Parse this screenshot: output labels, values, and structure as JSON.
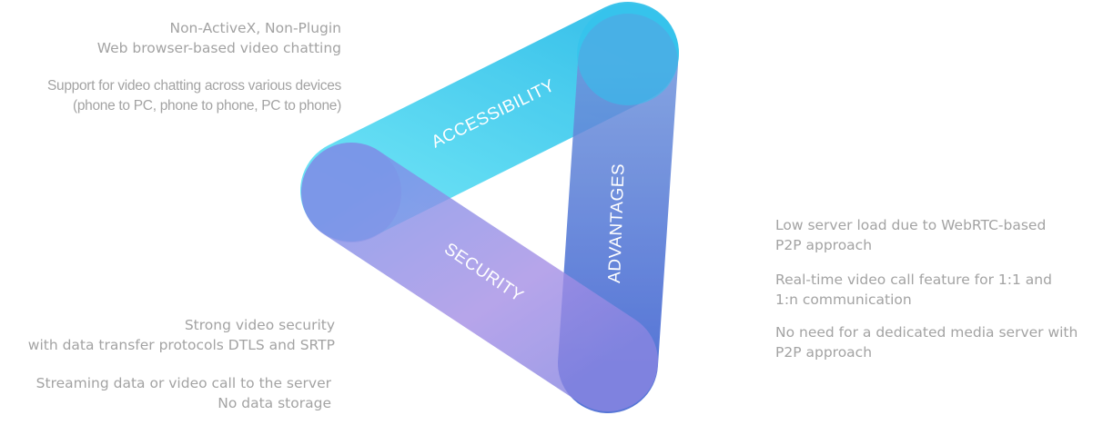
{
  "diagram": {
    "bands": {
      "accessibility": "ACCESSIBILITY",
      "security": "SECURITY",
      "advantages": "ADVANTAGES"
    },
    "colors": {
      "accessibility": "#3ad2ee",
      "security": "#8c86e6",
      "advantages": "#4a70d6"
    }
  },
  "notes": {
    "accessibility": {
      "line1": "Non-ActiveX, Non-Plugin",
      "line2": "Web browser-based video chatting",
      "line3": "Support for video chatting across various devices",
      "line4": "(phone to PC, phone to phone, PC to phone)"
    },
    "security": {
      "line1": "Strong video security",
      "line2": "with data transfer protocols DTLS and SRTP",
      "line3": "Streaming data or video call to the server",
      "line4": "No data storage"
    },
    "advantages": {
      "line1": "Low server load due to WebRTC-based",
      "line2": "P2P approach",
      "line3": "Real-time video call feature for 1:1 and",
      "line4": "1:n communication",
      "line5": "No need for a dedicated media server with",
      "line6": "P2P approach"
    }
  }
}
